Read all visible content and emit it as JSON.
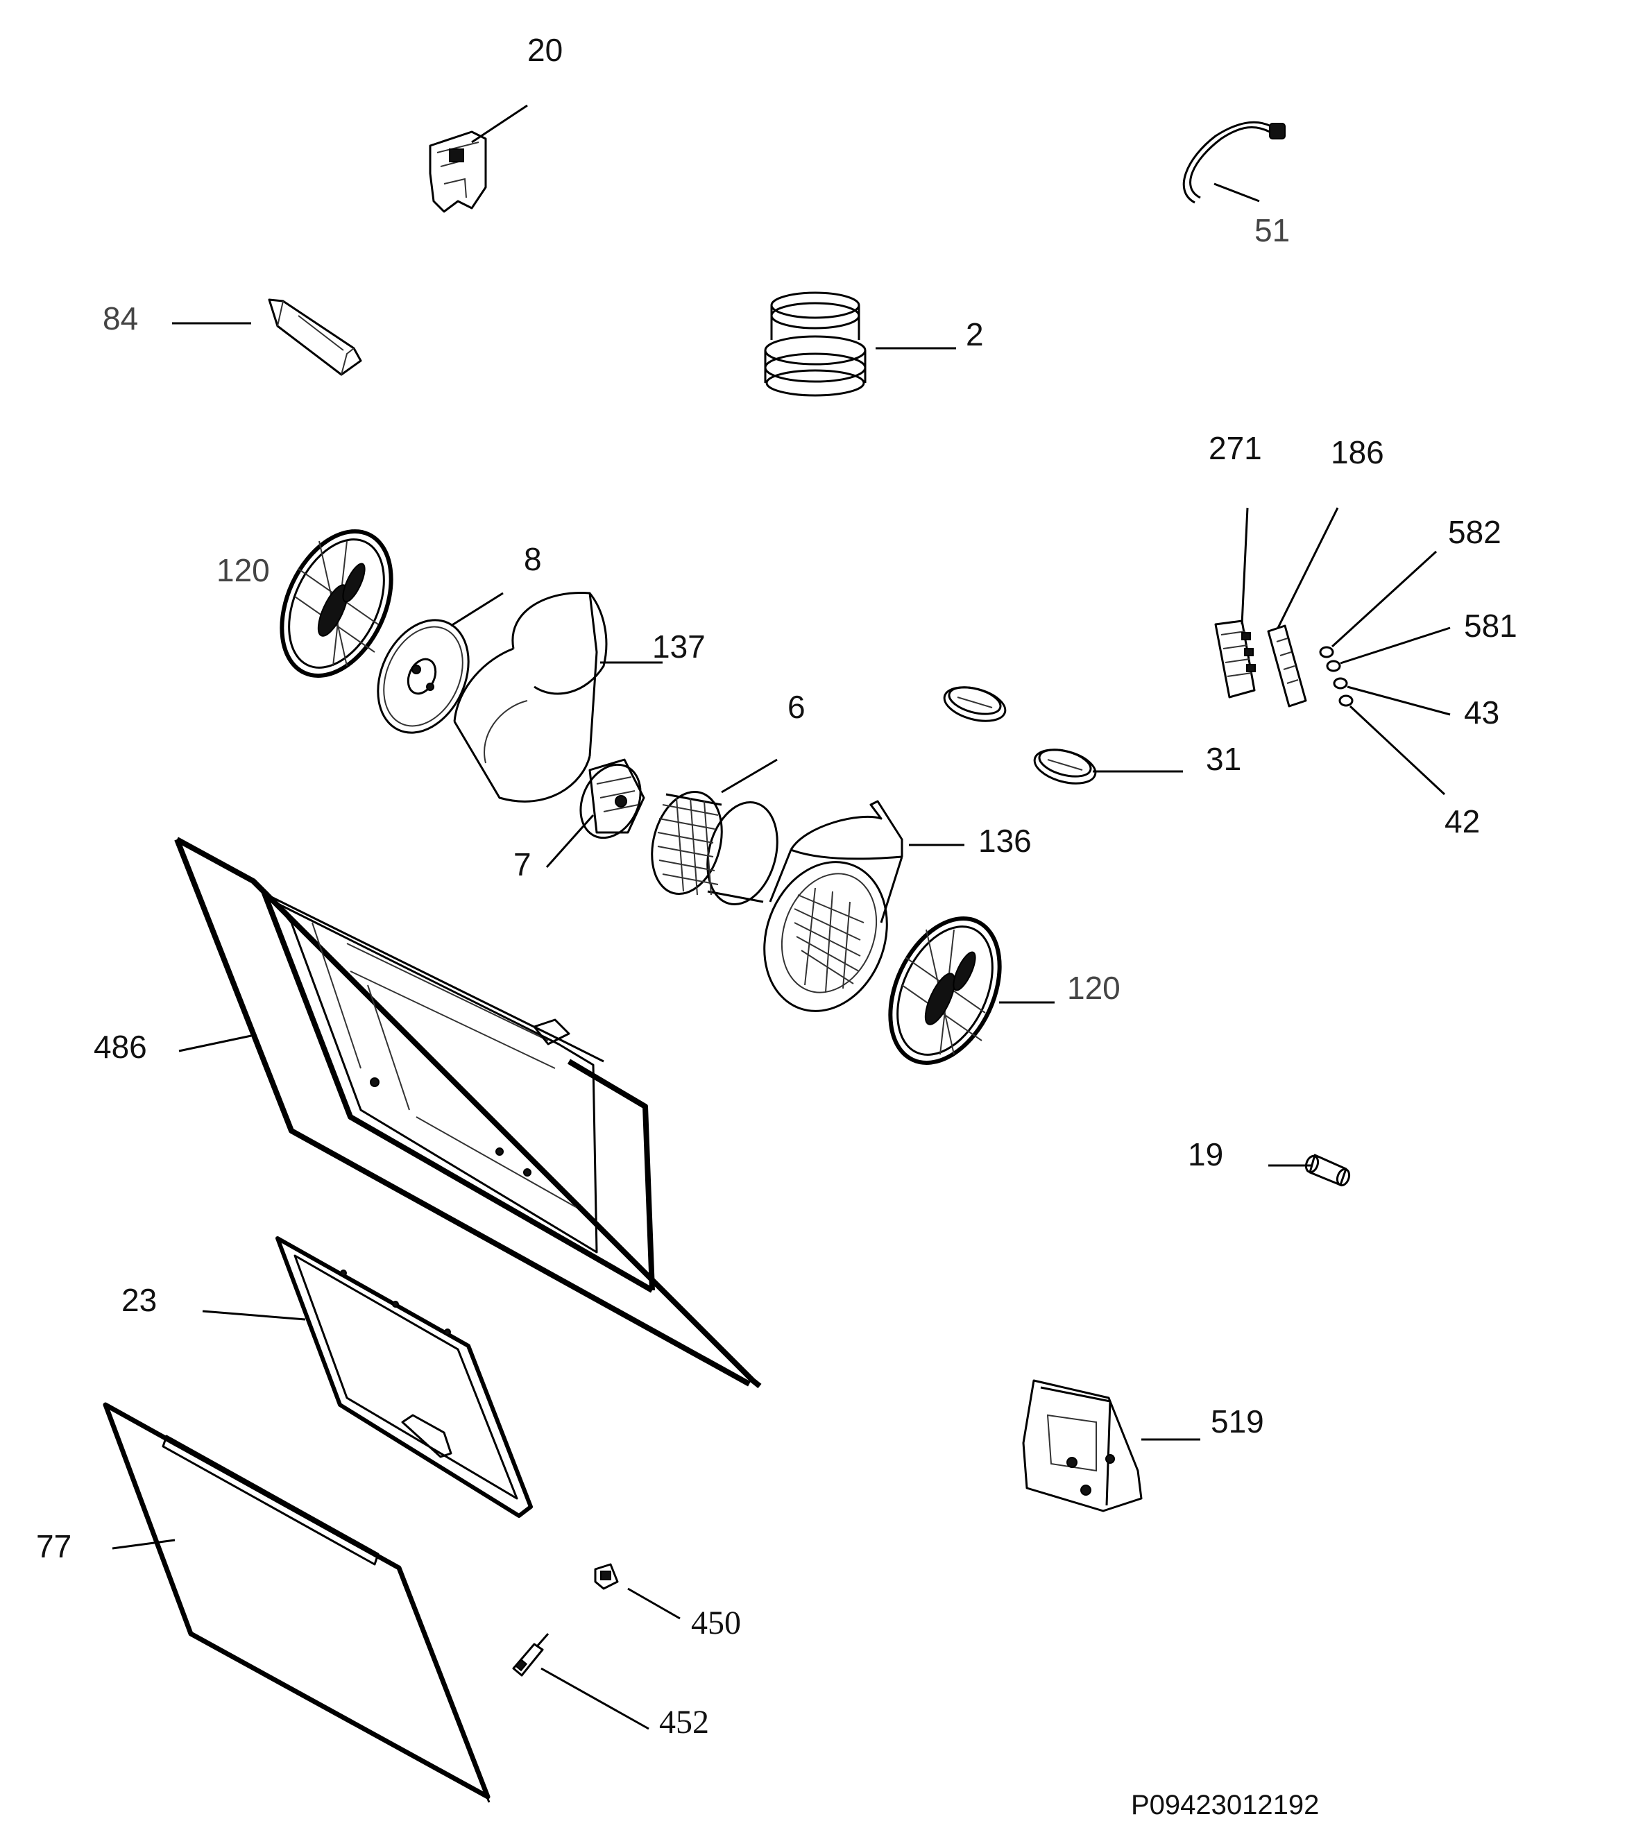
{
  "callouts": {
    "c20": "20",
    "c51": "51",
    "c84": "84",
    "c2": "2",
    "c271": "271",
    "c186": "186",
    "c582": "582",
    "c581": "581",
    "c43": "43",
    "c42": "42",
    "c120a": "120",
    "c8": "8",
    "c137": "137",
    "c6": "6",
    "c31": "31",
    "c7": "7",
    "c136": "136",
    "c120b": "120",
    "c486": "486",
    "c19": "19",
    "c23": "23",
    "c519": "519",
    "c77": "77",
    "c450": "450",
    "c452": "452"
  },
  "drawing_code": "P09423012192"
}
